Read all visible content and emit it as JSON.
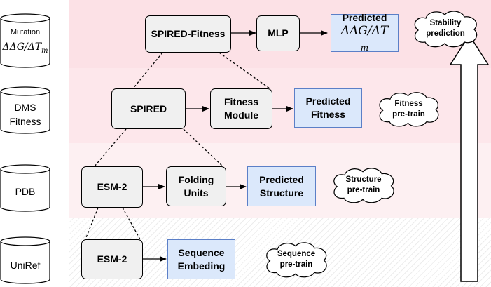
{
  "databases": [
    {
      "id": "mutation",
      "label": "Mutation",
      "formula": "ΔΔG/ΔT"
    },
    {
      "id": "dms",
      "line1": "DMS",
      "line2": "Fitness"
    },
    {
      "id": "pdb",
      "label": "PDB"
    },
    {
      "id": "uniref",
      "label": "UniRef"
    }
  ],
  "stage_fitness_ft": {
    "model": "SPIRED-Fitness",
    "head": "MLP",
    "output_line1": "Predicted",
    "output_formula": "ΔΔG/ΔT",
    "cloud_line1": "Stability",
    "cloud_line2": "prediction"
  },
  "stage_fitness_pt": {
    "model": "SPIRED",
    "module_line1": "Fitness",
    "module_line2": "Module",
    "output_line1": "Predicted",
    "output_line2": "Fitness",
    "cloud_line1": "Fitness",
    "cloud_line2": "pre-train"
  },
  "stage_structure": {
    "model": "ESM-2",
    "module_line1": "Folding",
    "module_line2": "Units",
    "output_line1": "Predicted",
    "output_line2": "Structure",
    "cloud_line1": "Structure",
    "cloud_line2": "pre-train"
  },
  "stage_sequence": {
    "model": "ESM-2",
    "output_line1": "Sequence",
    "output_line2": "Embeding",
    "cloud_line1": "Sequence",
    "cloud_line2": "pre-train"
  },
  "colors": {
    "band_stability": "#fce1e6",
    "band_fitness": "#fde7eb",
    "band_structure": "#fdf0f2",
    "output_fill": "#dbe8fb",
    "output_border": "#5b7fc7",
    "module_fill": "#f0f0f0"
  }
}
